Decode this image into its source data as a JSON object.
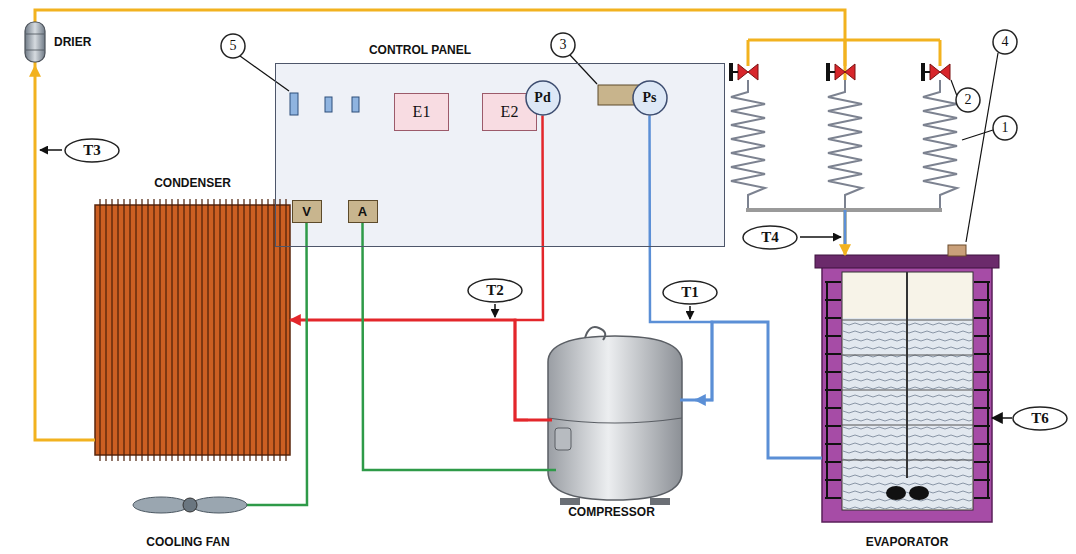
{
  "diagram": {
    "nodes": [
      {
        "text": [
          "5"
        ]
      },
      {
        "text": [
          "CONTROL PANEL"
        ]
      },
      {
        "text": [
          "E1"
        ],
        "in": 1
      },
      {
        "text": [
          "E2"
        ],
        "in": 1
      },
      {
        "text": [
          "V"
        ],
        "in": 1
      },
      {
        "text": [
          "A"
        ],
        "in": 1
      },
      {
        "text": [
          "Pd"
        ],
        "in": 1
      },
      {
        "text": [
          "Ps"
        ],
        "in": 1
      },
      {
        "text": [
          "3"
        ]
      },
      {
        "text": [
          "4"
        ]
      },
      {
        "text": [
          "2"
        ]
      },
      {
        "text": [
          "1"
        ]
      },
      {
        "text": [
          "DRIER"
        ]
      },
      {
        "text": [
          "T3"
        ]
      },
      {
        "text": [
          "T4"
        ]
      },
      {
        "text": [
          "T2"
        ]
      },
      {
        "text": [
          "T1"
        ]
      },
      {
        "text": [
          "CONDENSER"
        ]
      },
      {
        "text": [
          "T6"
        ]
      },
      {
        "text": [
          "COMPRESSOR"
        ]
      },
      {
        "text": [
          "EVAPORATOR"
        ]
      },
      {
        "text": [
          "COOLING FAN"
        ]
      }
    ],
    "edges": [
      {
        "from": 19,
        "to": 17,
        "arrow": "to"
      },
      {
        "from": 17,
        "to": 12,
        "arrow": "to"
      },
      {
        "from": 12,
        "to": 20,
        "arrow": "to"
      },
      {
        "from": 20,
        "to": 19,
        "arrow": "to"
      },
      {
        "from": 6,
        "to": 19,
        "arrow": "none"
      },
      {
        "from": 7,
        "to": 19,
        "arrow": "none"
      },
      {
        "from": 4,
        "to": 21,
        "arrow": "none"
      },
      {
        "from": 5,
        "to": 19,
        "arrow": "none"
      },
      {
        "from": 18,
        "to": 20,
        "arrow": "to"
      }
    ]
  }
}
